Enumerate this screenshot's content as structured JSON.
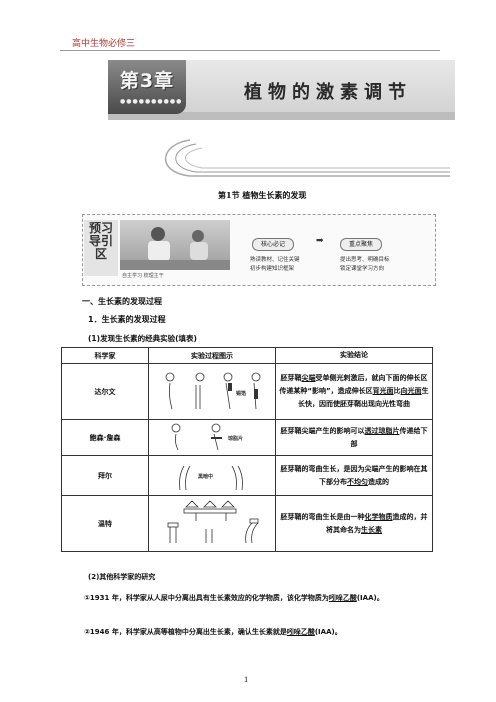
{
  "header": {
    "text": "高中生物必修三"
  },
  "chapter": {
    "badge": "第3章",
    "title": "植物的激素调节"
  },
  "section": {
    "title": "第1节  植物生长素的发现"
  },
  "preview": {
    "label": "预习导引区",
    "subtitle": "自主学习 梳理主干",
    "pill_left": "核心必记",
    "pill_right": "重点聚焦",
    "note_left": "熟读教材、记住关键\n初步构建知识框架",
    "note_right": "提出思考、明确目标\n锁定课堂学习方向"
  },
  "headings": {
    "h1": "一、生长素的发现过程",
    "h2": "1．生长素的发现过程",
    "h3": "(1)发现生长素的经典实验(填表)"
  },
  "table": {
    "headers": [
      "科学家",
      "实验过程图示",
      "实验结论"
    ],
    "rows": [
      {
        "scientist": "达尔文",
        "fig_label": "锡箔",
        "conclusion_parts": [
          "胚芽鞘",
          "尖端",
          "受单侧光刺激后，就向下面的伸长区传递某种“影响”，造成伸长区",
          "背光面",
          "比",
          "向光面",
          "生长快，因而使胚芽鞘出现向光性弯曲"
        ]
      },
      {
        "scientist": "鲍森·詹森",
        "fig_label": "琼脂片",
        "conclusion_parts": [
          "胚芽鞘尖端产生的影响可以",
          "透过琼脂片",
          "传递给下部"
        ]
      },
      {
        "scientist": "拜尔",
        "fig_label": "黑暗中",
        "conclusion_parts": [
          "胚芽鞘的弯曲生长，是因为尖端产生的影响在其下部分布",
          "不均匀",
          "造成的"
        ]
      },
      {
        "scientist": "温特",
        "fig_label": "",
        "conclusion_parts": [
          "胚芽鞘的弯曲生长是由一种",
          "化学物质",
          "造成的，并将其命名为",
          "生长素"
        ]
      }
    ]
  },
  "body": {
    "sub": "(2)其他科学家的研究",
    "p1_parts": [
      "①1931 年，科学家从人尿中分离出具有生长素效应的化学物质，该化学物质为",
      "吲哚乙酸",
      "(IAA)。"
    ],
    "p2_parts": [
      "②1946 年，科学家从高等植物中分离出生长素，确认生长素就是",
      "吲哚乙酸",
      "(IAA)。"
    ]
  },
  "page_number": "1"
}
